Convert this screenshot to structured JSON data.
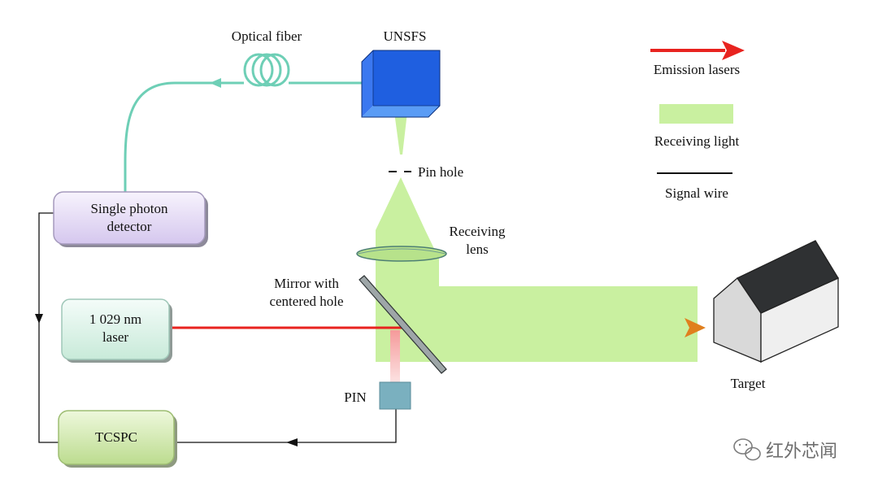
{
  "components": {
    "optical_fiber": "Optical fiber",
    "unsfs": "UNSFS",
    "pin_hole": "Pin hole",
    "receiving_lens": [
      "Receiving",
      "lens"
    ],
    "mirror": [
      "Mirror with",
      "centered hole"
    ],
    "single_photon_detector": [
      "Single photon",
      "detector"
    ],
    "laser": [
      "1 029 nm",
      "laser"
    ],
    "tcspc": "TCSPC",
    "pin": "PIN",
    "target": "Target"
  },
  "legend": {
    "emission": "Emission lasers",
    "receiving": "Receiving light",
    "signal": "Signal wire"
  },
  "colors": {
    "emission_laser": "#e8231f",
    "receiving_light": "#c9f0a0",
    "signal_wire": "#111111",
    "fiber": "#6ecfb6",
    "unsfs_cube": "#1f5fe0",
    "detector_box": "#e6dcf5",
    "laser_box": "#ddf3ec",
    "tcspc_box": "#d6ebb2",
    "pin_box": "#7ab0bf",
    "house_roof": "#2f3133",
    "house_wall": "#dcdcdc"
  },
  "watermark": "红外芯闻"
}
